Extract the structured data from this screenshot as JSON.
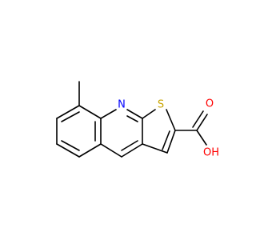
{
  "molecule": {
    "atoms": {
      "nitrogen": {
        "label": "N",
        "color": "#0000ff"
      },
      "sulfur": {
        "label": "S",
        "color": "#c8a400"
      },
      "carbonyl_oxygen": {
        "label": "O",
        "color": "#ff0000"
      },
      "hydroxyl": {
        "label": "OH",
        "color": "#ff0000"
      }
    },
    "bond_color": "#000000"
  }
}
